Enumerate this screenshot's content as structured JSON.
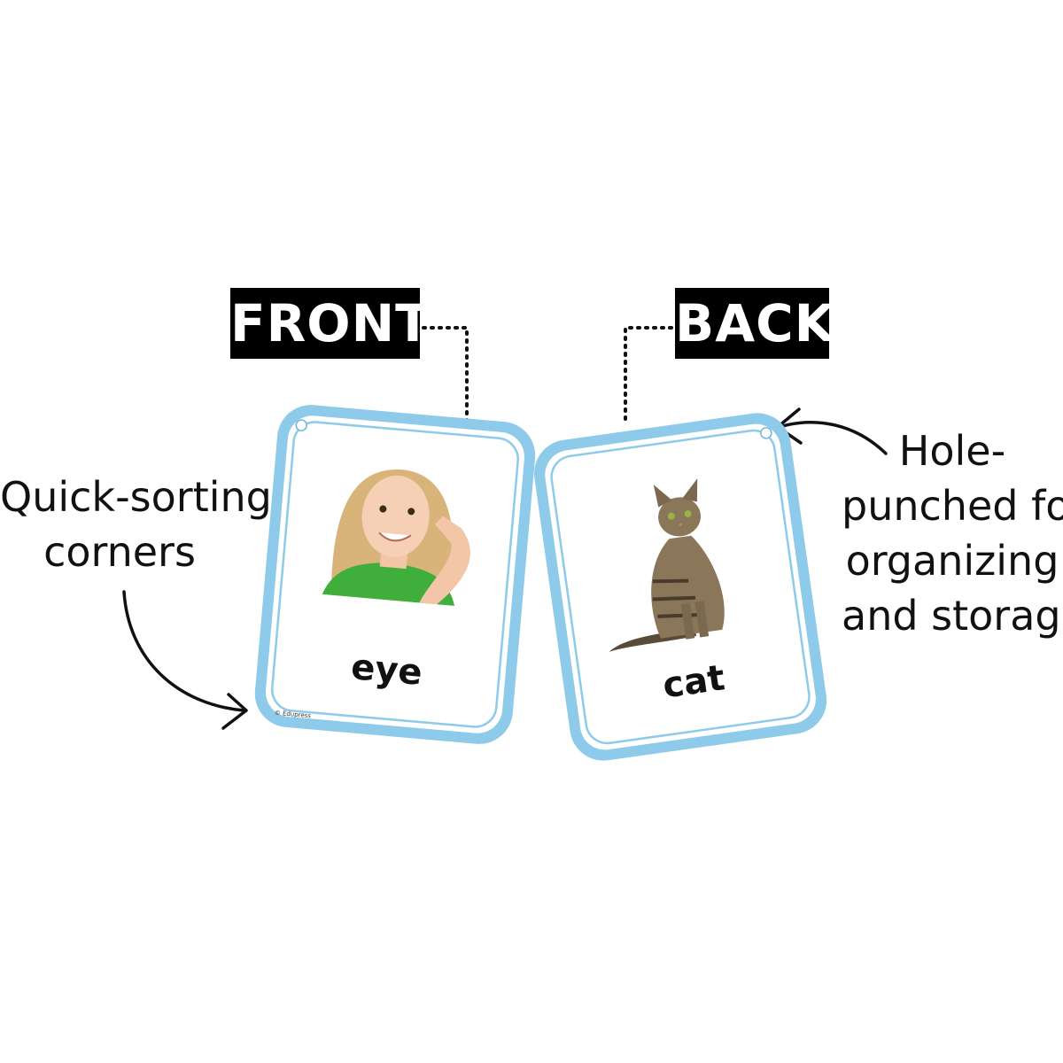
{
  "labels": {
    "front": "FRONT",
    "back": "BACK"
  },
  "callouts": {
    "left_lines": [
      "Quick-sorting",
      "corners"
    ],
    "right_lines": [
      "Hole-",
      "punched for",
      "organizing",
      "and storage"
    ]
  },
  "cards": {
    "front": {
      "word": "eye",
      "credit": "© Edupress",
      "picture": "girl-pointing-to-eye"
    },
    "back": {
      "word": "cat",
      "picture": "sitting-tabby-cat"
    }
  },
  "colors": {
    "card_border": "#8ecbea",
    "tag_background": "#000000",
    "tag_text": "#ffffff",
    "text": "#111111"
  }
}
